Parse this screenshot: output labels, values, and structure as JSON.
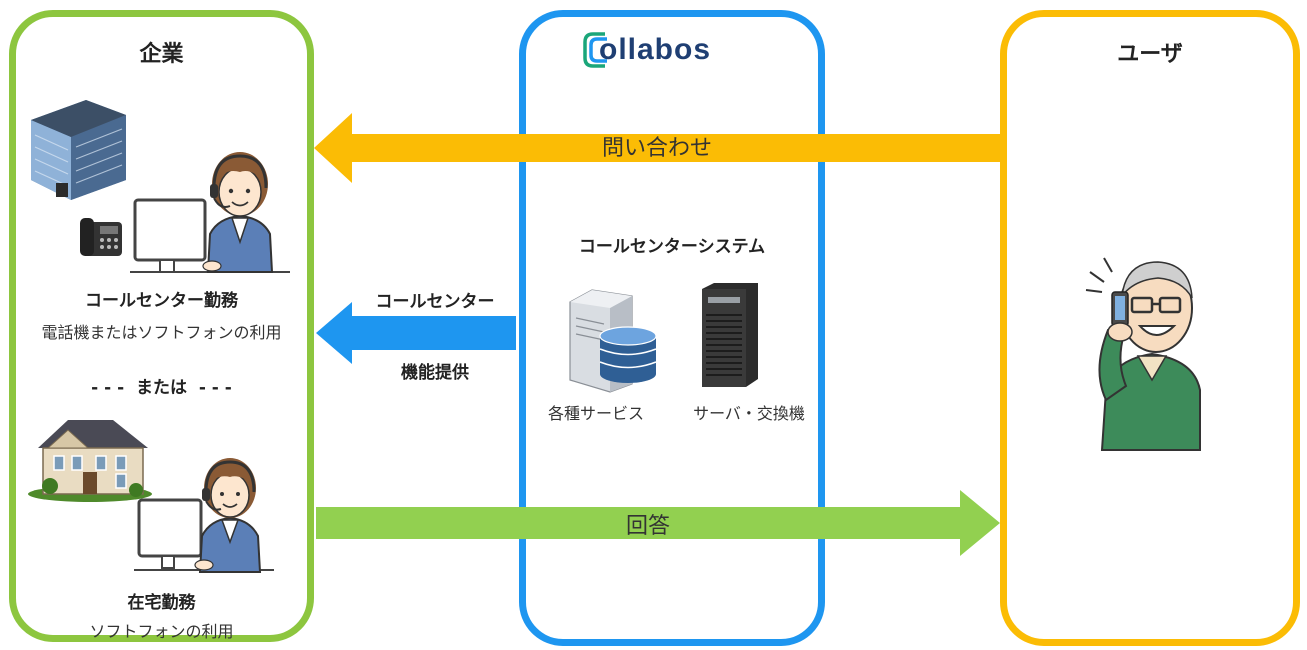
{
  "company": {
    "title": "企業",
    "office_label": "コールセンター勤務",
    "office_desc": "電話機またはソフトフォンの利用",
    "or_label": "- - -  または  - - -",
    "home_label": "在宅勤務",
    "home_desc": "ソフトフォンの利用"
  },
  "collabos": {
    "logo_text": "Collabos",
    "system_label": "コールセンターシステム",
    "service_label": "各種サービス",
    "server_label": "サーバ・交換機"
  },
  "user": {
    "title": "ユーザ"
  },
  "arrows": {
    "inquiry": "問い合わせ",
    "function_line1": "コールセンター",
    "function_line2": "機能提供",
    "answer": "回答"
  },
  "colors": {
    "company": "#8dc63f",
    "collabos": "#1e96f0",
    "user": "#fbbc05",
    "inquiry_arrow": "#fbbc05",
    "function_arrow": "#1e96f0",
    "answer_arrow": "#92d050"
  }
}
